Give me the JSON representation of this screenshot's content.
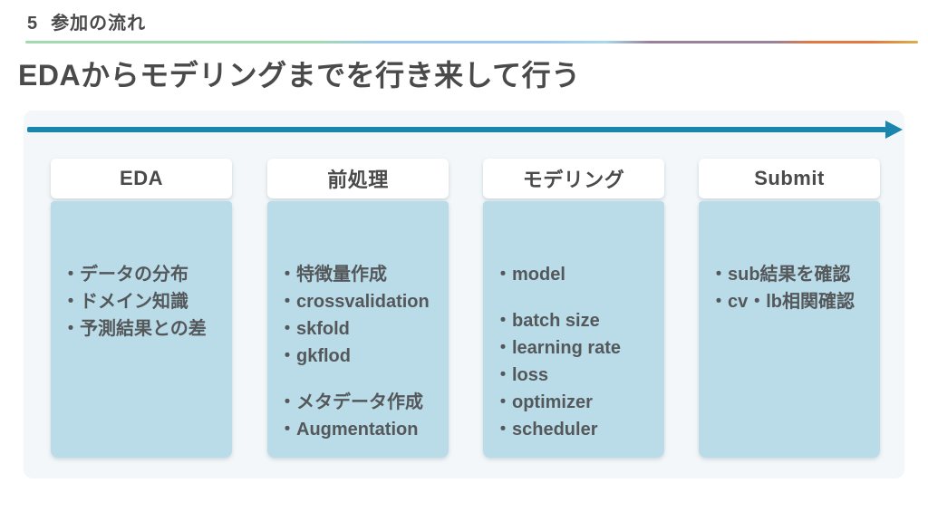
{
  "slide": {
    "number": "5",
    "section_label": "参加の流れ",
    "title": "EDAからモデリングまでを行き来して行う"
  },
  "colors": {
    "title_text": "#4a4a4a",
    "item_text": "#54585b",
    "arrow_accent": "#1a85ad",
    "column_body_bg": "#badce8",
    "panel_bg": "#f3f7f9",
    "divider_green": "#a4d9b1",
    "divider_blue": "#9cc7f0",
    "divider_purple": "#998299",
    "divider_orange": "#e2793e",
    "divider_gold": "#d8b04e"
  },
  "flow": {
    "columns": [
      {
        "header": "EDA",
        "items": [
          "・データの分布",
          "・ドメイン知識",
          "・予測結果との差"
        ]
      },
      {
        "header": "前処理",
        "items": [
          "・特徴量作成",
          "・crossvalidation",
          "・skfold",
          "・gkflod",
          "",
          "・メタデータ作成",
          "・Augmentation"
        ]
      },
      {
        "header": "モデリング",
        "items": [
          "・model",
          "",
          "・batch size",
          "・learning rate",
          "・loss",
          "・optimizer",
          "・scheduler"
        ]
      },
      {
        "header": "Submit",
        "items": [
          "・sub結果を確認",
          "・cv・lb相関確認"
        ]
      }
    ]
  }
}
